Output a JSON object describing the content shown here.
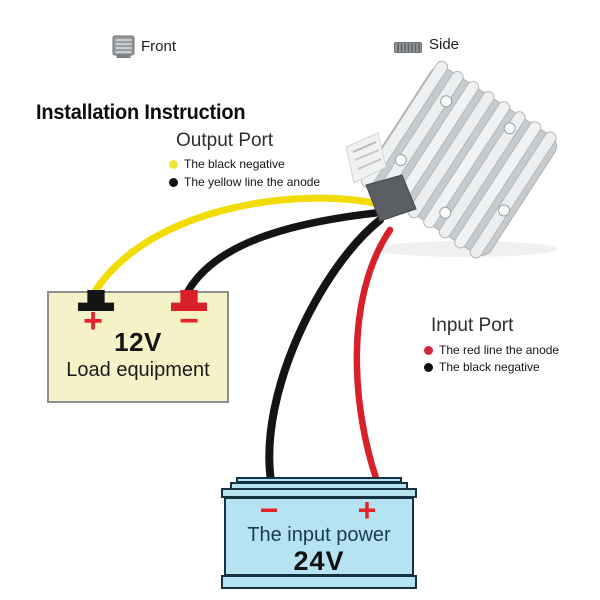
{
  "title": "Installation Instruction",
  "views": {
    "front": "Front",
    "side": "Side"
  },
  "output_port": {
    "heading": "Output Port",
    "items": [
      {
        "dot": "#f0e63a",
        "text": "The black negative"
      },
      {
        "dot": "#101010",
        "text": "The yellow line the anode"
      }
    ]
  },
  "input_port": {
    "heading": "Input Port",
    "items": [
      {
        "dot": "#d5283a",
        "text": "The red line the anode"
      },
      {
        "dot": "#101010",
        "text": "The black negative"
      }
    ]
  },
  "load_box": {
    "plus": "+",
    "minus": "−",
    "voltage": "12V",
    "label": "Load equipment",
    "fill": "#f6f2c8"
  },
  "battery": {
    "minus": "−",
    "plus": "+",
    "label": "The input power",
    "voltage": "24V",
    "fill": "#b5e3f2",
    "text_color": "#1c3a4d"
  },
  "wires": {
    "yellow": "#f2dc00",
    "black": "#141414",
    "red": "#d8202a"
  },
  "symbol_color": "#e8222c"
}
